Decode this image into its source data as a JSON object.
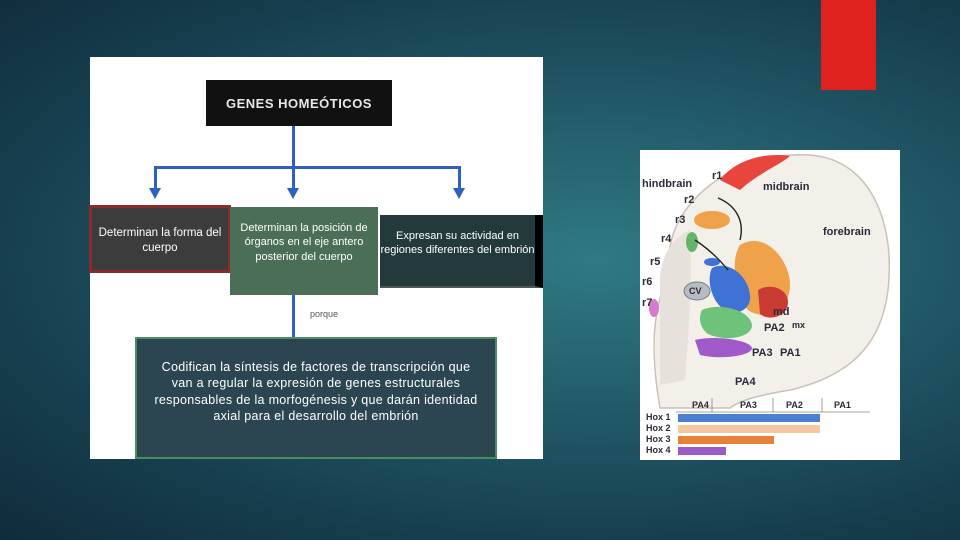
{
  "left_figure": {
    "title": "GENES HOMEÓTICOS",
    "box1": "Determinan la forma del cuerpo",
    "box2": "Determinan la posición de órganos en el eje antero posterior del cuerpo",
    "box3": "Expresan su actividad en regiones diferentes del embrión",
    "connector": "porque",
    "bottom": "Codifican la síntesis de factores de transcripción que van a regular la expresión de genes estructurales responsables de la morfogénesis y que darán identidad axial para el desarrollo del embrión"
  },
  "right_figure": {
    "labels": {
      "hindbrain": "hindbrain",
      "midbrain": "midbrain",
      "forebrain": "forebrain",
      "r1": "r1",
      "r2": "r2",
      "r3": "r3",
      "r4": "r4",
      "r5": "r5",
      "r6": "r6",
      "r7": "r7",
      "cv": "CV",
      "md": "md",
      "mx": "mx",
      "pa2": "PA2",
      "pa3": "PA3",
      "pa1": "PA1",
      "pa4": "PA4"
    },
    "axis": [
      "PA4",
      "PA3",
      "PA2",
      "PA1"
    ],
    "hox": [
      {
        "name": "Hox 1",
        "color": "#4a7fd4"
      },
      {
        "name": "Hox 2",
        "color": "#f3c9a0"
      },
      {
        "name": "Hox 3",
        "color": "#e8823a"
      },
      {
        "name": "Hox 4",
        "color": "#9b5bc7"
      }
    ]
  },
  "colors": {
    "accent": "#e0221f"
  }
}
